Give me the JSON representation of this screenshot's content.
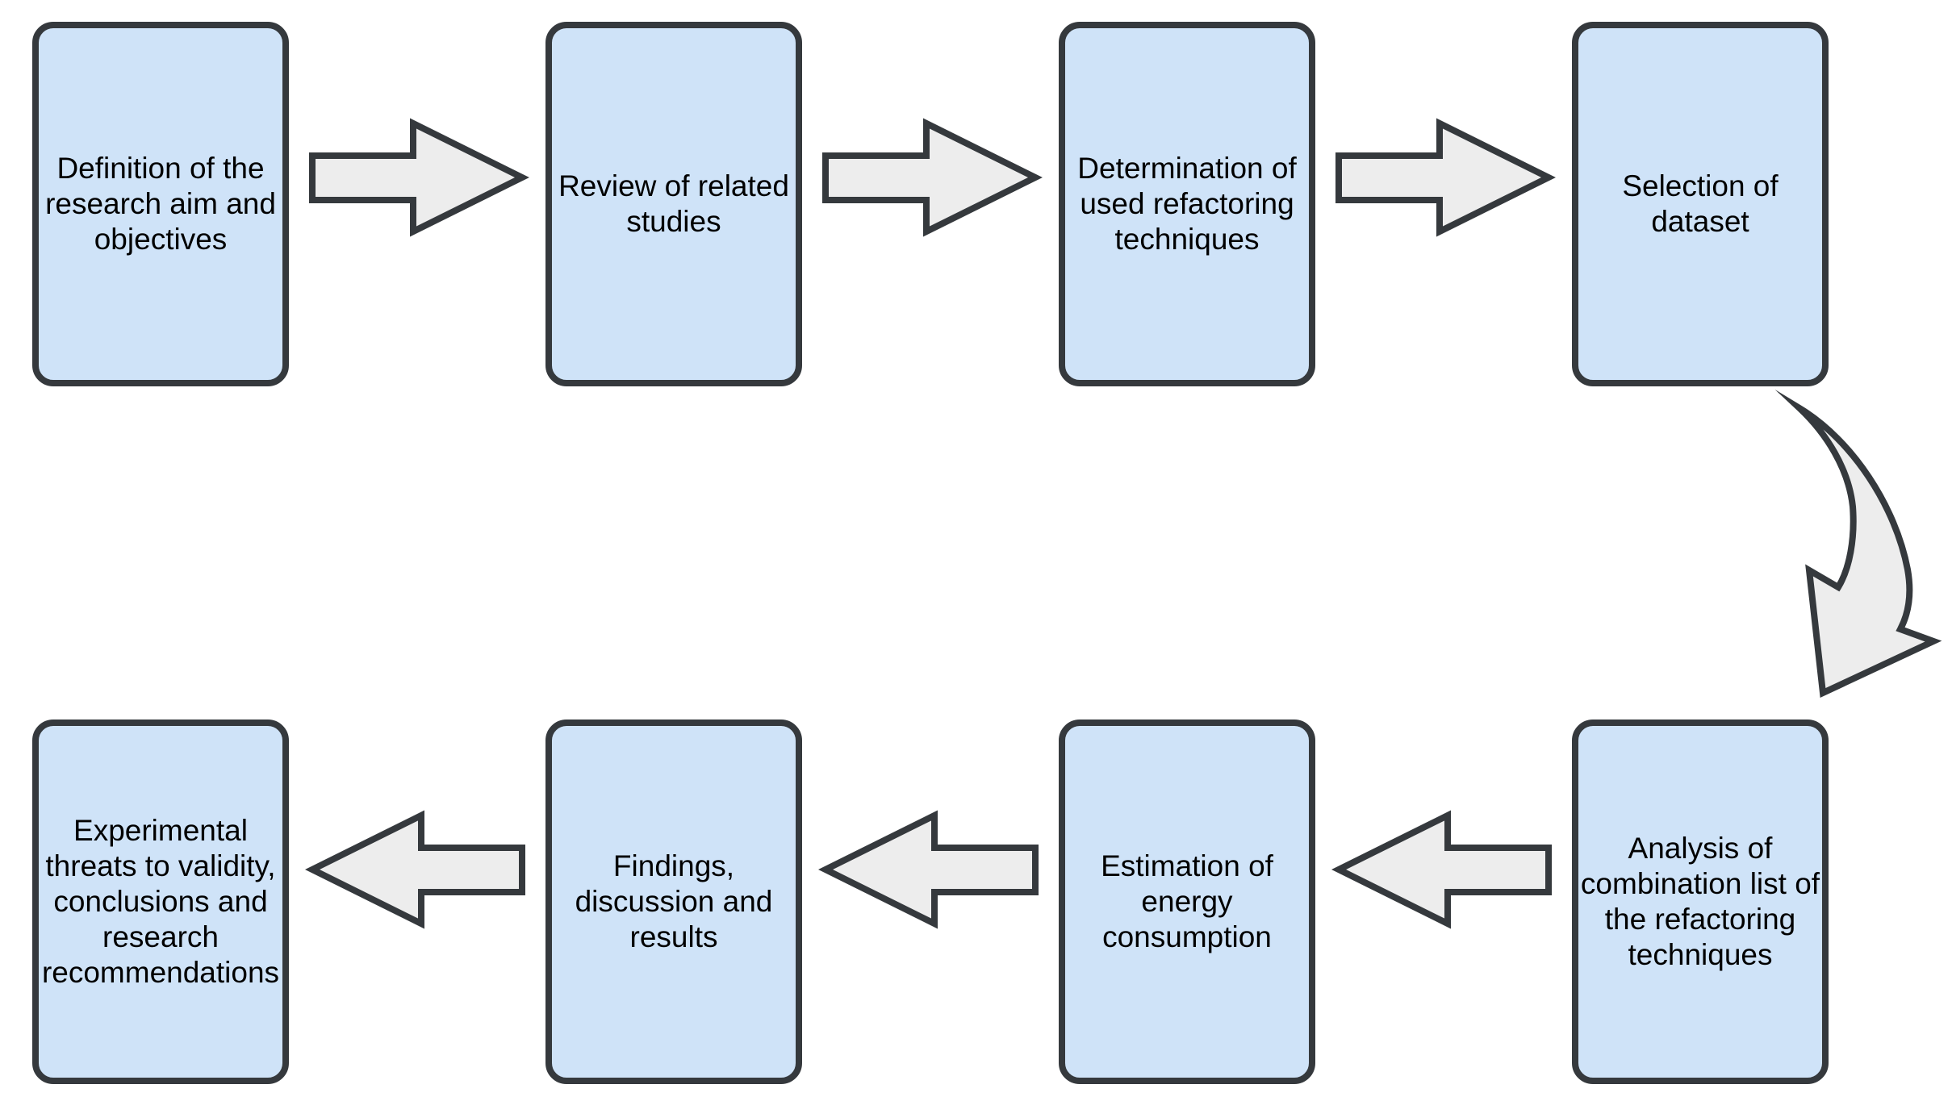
{
  "diagram": {
    "type": "flowchart",
    "description": "Research methodology process flow, two rows: top row flows left-to-right, curved arrow descends on the right, bottom row flows right-to-left",
    "steps": [
      {
        "label": [
          "Definition of the",
          "research aim and",
          "objectives"
        ]
      },
      {
        "label": [
          "Review of related",
          "studies"
        ]
      },
      {
        "label": [
          "Determination of",
          "used refactoring",
          "techniques"
        ]
      },
      {
        "label": [
          "Selection of",
          "dataset"
        ]
      },
      {
        "label": [
          "Analysis of",
          "combination list of",
          "the refactoring",
          "techniques"
        ]
      },
      {
        "label": [
          "Estimation of",
          "energy",
          "consumption"
        ]
      },
      {
        "label": [
          "Findings,",
          "discussion and",
          "results"
        ]
      },
      {
        "label": [
          "Experimental",
          "threats to validity,",
          "conclusions and",
          "research",
          "recommendations"
        ]
      }
    ],
    "arrow_directions": [
      "right",
      "right",
      "right",
      "curved-down",
      "left",
      "left",
      "left"
    ]
  },
  "theme": {
    "box_fill": "#cfe3f8",
    "box_border": "#35393d",
    "arrow_fill": "#ededed",
    "arrow_border": "#35393d",
    "text_color": "#000000",
    "bg": "#ffffff"
  }
}
